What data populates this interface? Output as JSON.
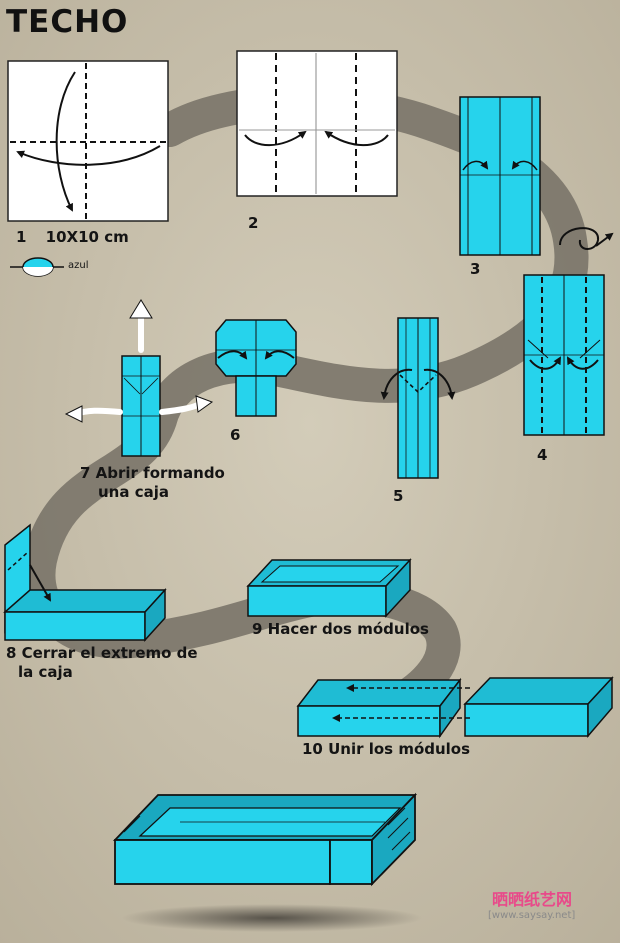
{
  "title": "TECHO",
  "colors": {
    "paper": "#c9c1ae",
    "path": "#7a7469",
    "blue": "#26d3ec",
    "blue_dark": "#1aa8c0",
    "ink": "#141414"
  },
  "steps": {
    "s1": {
      "num": "1",
      "text": "10X10 cm"
    },
    "legend": {
      "text": "azul"
    },
    "s2": {
      "num": "2"
    },
    "s3": {
      "num": "3"
    },
    "s4": {
      "num": "4"
    },
    "s5": {
      "num": "5"
    },
    "s6": {
      "num": "6"
    },
    "s7": {
      "line1": "7 Abrir formando",
      "line2": "una caja"
    },
    "s8": {
      "line1": "8 Cerrar el extremo de",
      "line2": "la caja"
    },
    "s9": {
      "text": "9  Hacer dos módulos"
    },
    "s10": {
      "text": "10  Unir los módulos"
    }
  },
  "watermark": {
    "cn": "晒晒纸艺网",
    "url": "[www.saysay.net]"
  }
}
